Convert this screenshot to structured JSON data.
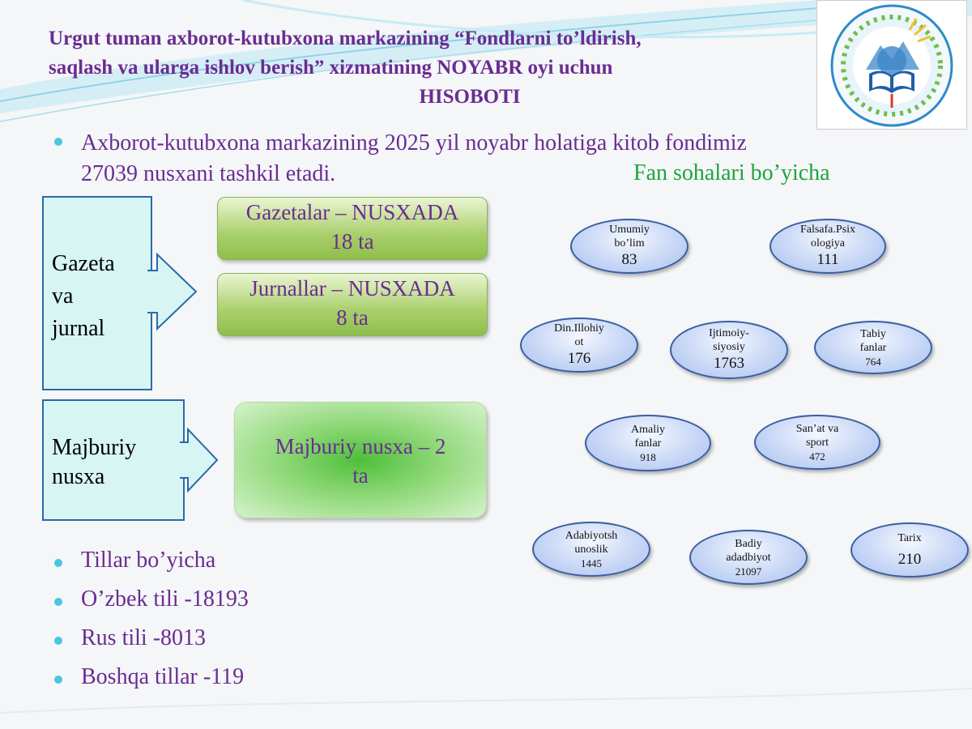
{
  "title": {
    "line1": "Urgut tuman axborot-kutubxona markazining “Fondlarni to’ldirish,",
    "line2": "saqlash va ularga ishlov berish” xizmatining NOYABR oyi uchun",
    "line3": "HISOBOTI"
  },
  "intro": {
    "line1": "Axborot-kutubxona markazining 2025 yil  noyabr holatiga kitob  fondimiz",
    "line2": "27039 nusxani tashkil etadi."
  },
  "fan_heading": "Fan sohalari bo’yicha",
  "gazeta_label": [
    "Gazeta",
    "va",
    "jurnal"
  ],
  "gazetalar": [
    "Gazetalar – NUSXADA",
    "18 ta"
  ],
  "jurnallar": [
    "Jurnallar – NUSXADA",
    "8 ta"
  ],
  "majburiy_label": [
    "Majburiy",
    "nusxa"
  ],
  "majburiy_box": [
    "Majburiy nusxa – 2",
    "ta"
  ],
  "tillar": {
    "heading": "Tillar bo’yicha",
    "items": [
      "O’zbek tili -18193",
      "Rus tili -8013",
      "Boshqa tillar -119"
    ]
  },
  "fields": [
    {
      "l1": "Umumiy",
      "l2": "bo’lim",
      "value": "83"
    },
    {
      "l1": "Falsafa.Psix",
      "l2": "ologiya",
      "value": "111"
    },
    {
      "l1": "Din.Illohiy",
      "l2": "ot",
      "value": "176"
    },
    {
      "l1": "Ijtimoiy-",
      "l2": "siyosiy",
      "value": "1763"
    },
    {
      "l1": "Tabiy",
      "l2": "fanlar",
      "value": "764"
    },
    {
      "l1": "Amaliy",
      "l2": "fanlar",
      "value": "918"
    },
    {
      "l1": "San’at va",
      "l2": "sport",
      "value": "472"
    },
    {
      "l1": "Adabiyotsh",
      "l2": "unoslik",
      "value": "1445"
    },
    {
      "l1": "Badiy",
      "l2": "adadbiyot",
      "value": "21097"
    },
    {
      "l1": "Tarix",
      "l2": "",
      "value": "210"
    }
  ],
  "colors": {
    "title": "#6a2c91",
    "heading_green": "#1fa43c",
    "bullet": "#49c6e0",
    "oval_border": "#3a5ea0"
  }
}
